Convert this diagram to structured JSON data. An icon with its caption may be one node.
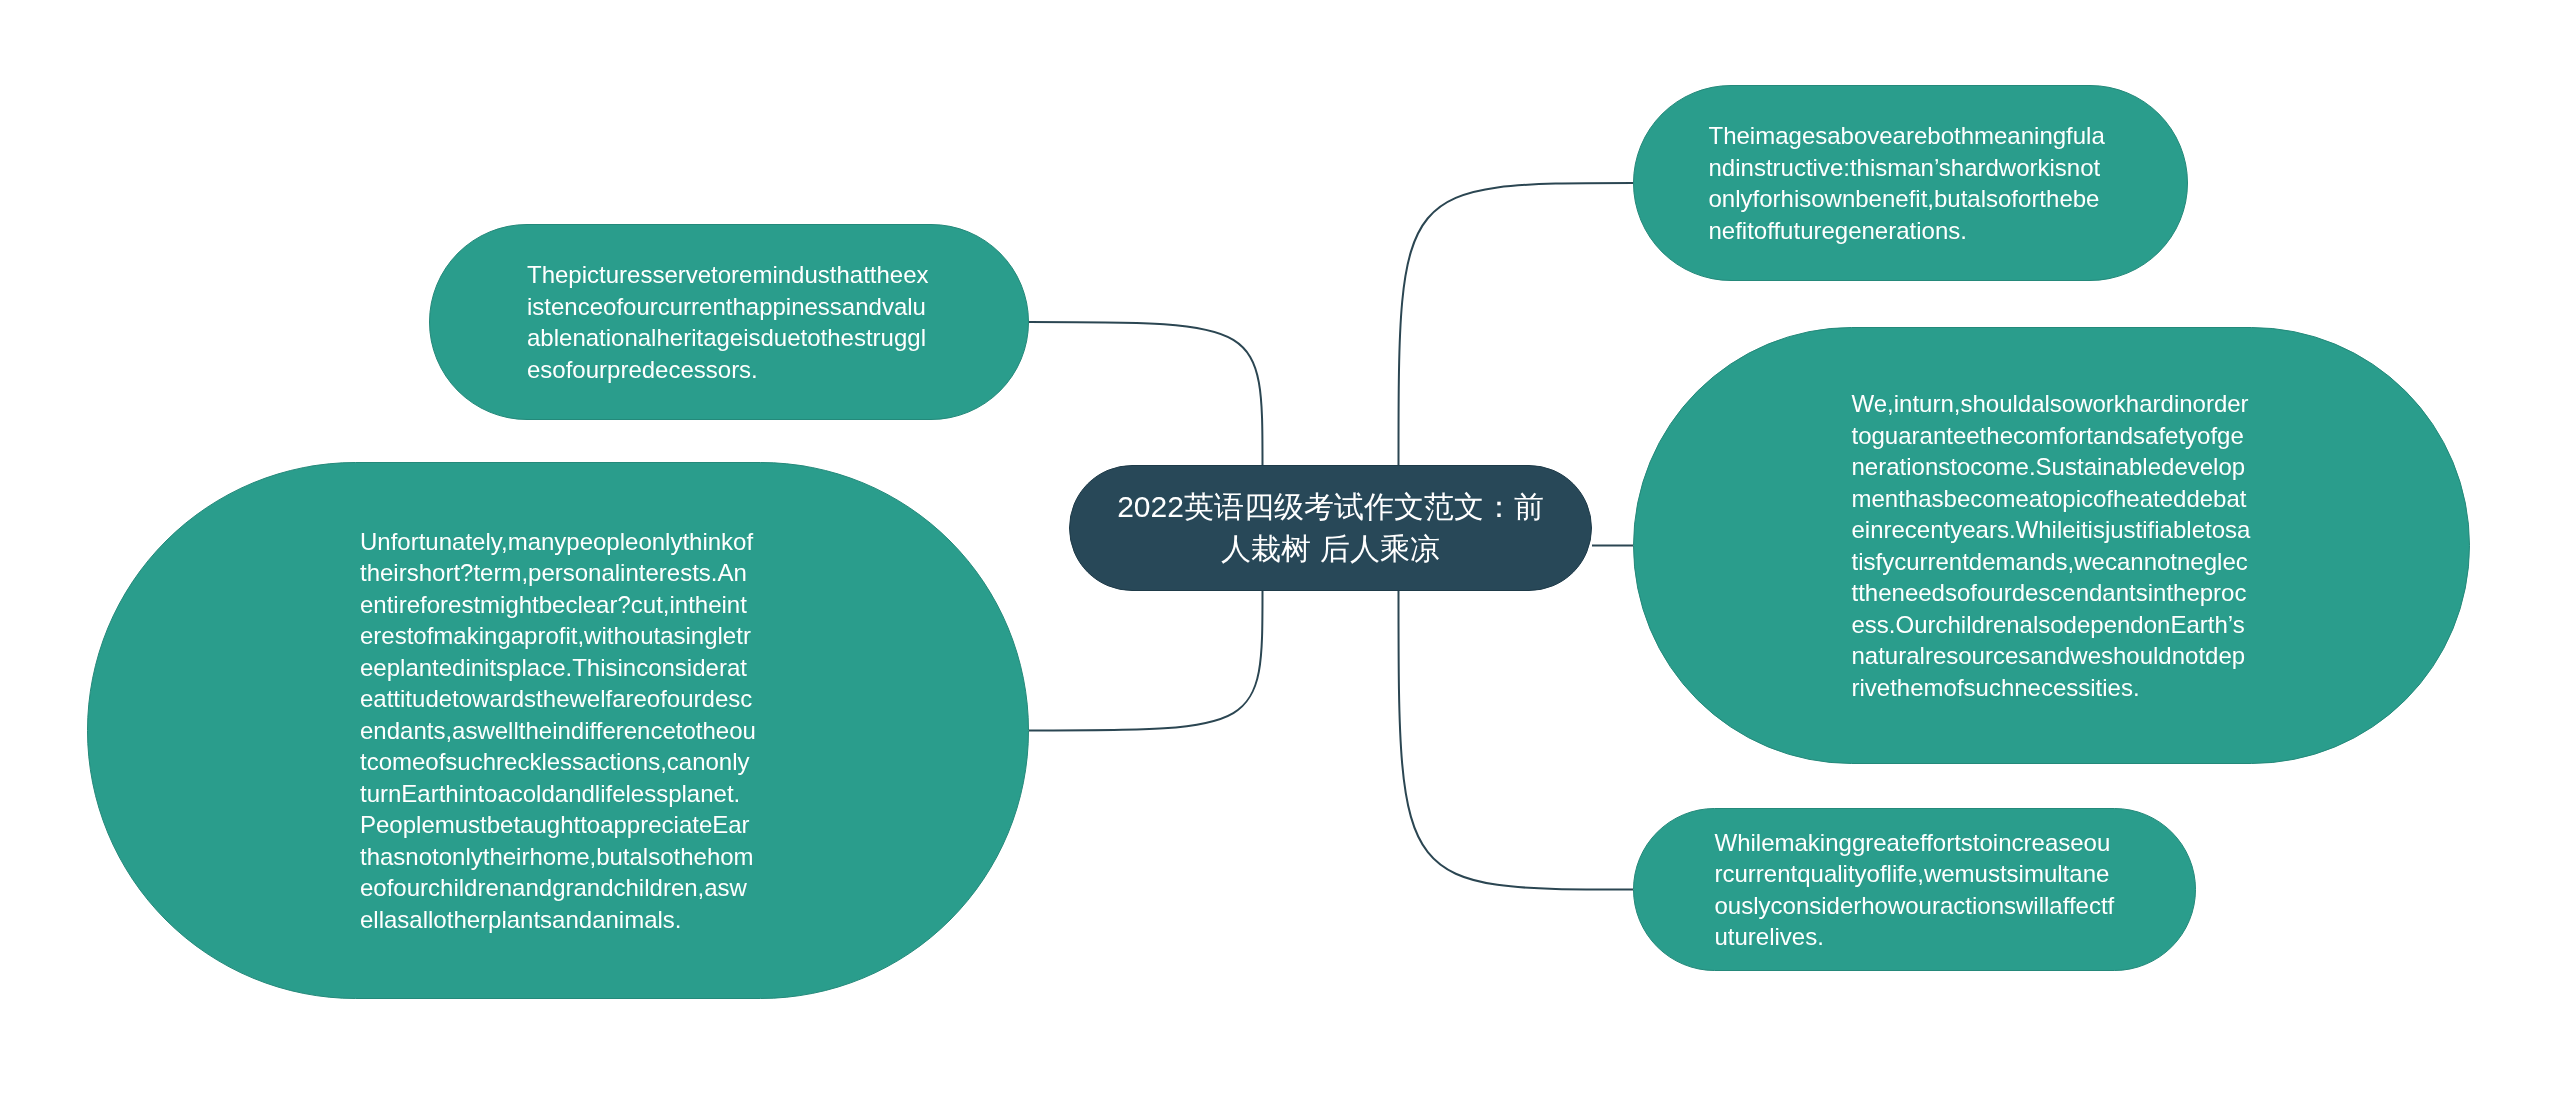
{
  "diagram": {
    "nodes": [
      {
        "text": [
          "2022英语四级考试作文范文：前人栽树 后人乘凉"
        ]
      },
      {
        "text": [
          "Thepicturesservetoremindusthattheexistenceofourcurrenthappinessandvaluablenationalheritageisduetothestrugglesofourpredecessors."
        ]
      },
      {
        "text": [
          "Unfortunately,manypeopleonlythinkoftheirshort?term,personalinterests.Anentireforestmightbeclear?cut,intheinterestofmakingaprofit,withoutasingletreeplantedinitsplace.Thisinconsiderateattitudetowardsthewelfareofourdescendants,aswelltheindifferencetotheoutcomeofsuchrecklessactions,canonlyturnEarthintoacoldandlifelessplanet.PeoplemustbetaughttoappreciateEarthasnotonlytheirhome,butalsothehomeofourchildrenandgrandchildren,aswellasallotherplantsandanimals."
        ]
      },
      {
        "text": [
          "Theimagesabovearebothmeaningfulandinstructive:thisman’shardworkisnotonlyforhisownbenefit,butalsoforthebenefitoffuturegenerations."
        ]
      },
      {
        "text": [
          "We,inturn,shouldalsoworkhardinordertoguaranteethecomfortandsafetyofgenerationstocome.Sustainabledevelopmenthasbecomeatopicofheateddebateinrecentyears.Whileitisjustifiabletosatisfycurrentdemands,wecannotneglecttheneedsofourdescendantsintheprocess.OurchildrenalsodependonEarth’snaturalresourcesandweshouldnotdeprivethemofsuchnecessities."
        ]
      },
      {
        "text": [
          "Whilemakinggreateffortstoincreaseourcurrentqualityoflife,wemustsimultaneouslyconsiderhowouractionswillaffectfuturelives."
        ]
      }
    ],
    "edges": [
      {
        "from": 0,
        "to": 1,
        "arrow": "none"
      },
      {
        "from": 0,
        "to": 2,
        "arrow": "none"
      },
      {
        "from": 0,
        "to": 3,
        "arrow": "none"
      },
      {
        "from": 0,
        "to": 4,
        "arrow": "none"
      },
      {
        "from": 0,
        "to": 5,
        "arrow": "none"
      }
    ]
  }
}
